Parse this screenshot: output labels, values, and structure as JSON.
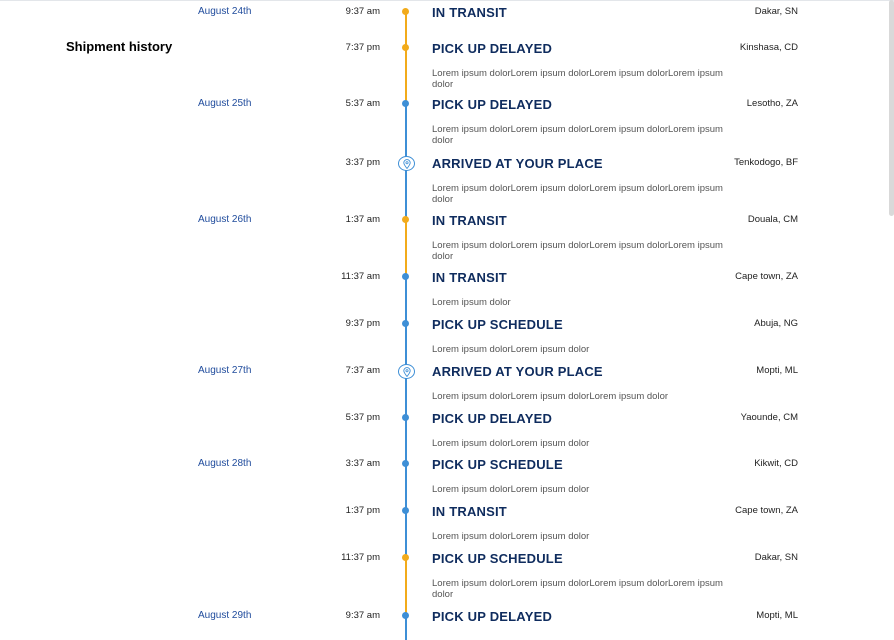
{
  "section_title": "Shipment history",
  "colors": {
    "blue": "#3e8fd6",
    "orange": "#f2ab1b",
    "navy": "#0f2c5e",
    "date_blue": "#1f4b9c"
  },
  "dates": [
    "August 24th",
    "August 25th",
    "August 26th",
    "August 27th",
    "August 28th",
    "August 29th"
  ],
  "events": [
    {
      "time": "9:37 am",
      "status": "IN TRANSIT",
      "location": "Dakar, SN",
      "description": "",
      "marker": "orange-dot"
    },
    {
      "time": "7:37 pm",
      "status": "PICK UP DELAYED",
      "location": "Kinshasa, CD",
      "description": "Lorem ipsum dolorLorem ipsum dolorLorem ipsum dolorLorem ipsum dolor",
      "marker": "orange-dot"
    },
    {
      "time": "5:37 am",
      "status": "PICK UP DELAYED",
      "location": "Lesotho, ZA",
      "description": "Lorem ipsum dolorLorem ipsum dolorLorem ipsum dolorLorem ipsum dolor",
      "marker": "blue-dot"
    },
    {
      "time": "3:37 pm",
      "status": "ARRIVED AT YOUR PLACE",
      "location": "Tenkodogo, BF",
      "description": "Lorem ipsum dolorLorem ipsum dolorLorem ipsum dolorLorem ipsum dolor",
      "marker": "location-pin-icon"
    },
    {
      "time": "1:37 am",
      "status": "IN TRANSIT",
      "location": "Douala, CM",
      "description": "Lorem ipsum dolorLorem ipsum dolorLorem ipsum dolorLorem ipsum dolor",
      "marker": "orange-dot"
    },
    {
      "time": "11:37 am",
      "status": "IN TRANSIT",
      "location": "Cape town, ZA",
      "description": "Lorem ipsum dolor",
      "marker": "blue-dot"
    },
    {
      "time": "9:37 pm",
      "status": "PICK UP SCHEDULE",
      "location": "Abuja, NG",
      "description": "Lorem ipsum dolorLorem ipsum dolor",
      "marker": "blue-dot"
    },
    {
      "time": "7:37 am",
      "status": "ARRIVED AT YOUR PLACE",
      "location": "Mopti, ML",
      "description": "Lorem ipsum dolorLorem ipsum dolorLorem ipsum dolor",
      "marker": "location-pin-icon"
    },
    {
      "time": "5:37 pm",
      "status": "PICK UP DELAYED",
      "location": "Yaounde, CM",
      "description": "Lorem ipsum dolorLorem ipsum dolor",
      "marker": "blue-dot"
    },
    {
      "time": "3:37 am",
      "status": "PICK UP SCHEDULE",
      "location": "Kikwit, CD",
      "description": "Lorem ipsum dolorLorem ipsum dolor",
      "marker": "blue-dot"
    },
    {
      "time": "1:37 pm",
      "status": "IN TRANSIT",
      "location": "Cape town, ZA",
      "description": "Lorem ipsum dolorLorem ipsum dolor",
      "marker": "blue-dot"
    },
    {
      "time": "11:37 pm",
      "status": "PICK UP SCHEDULE",
      "location": "Dakar, SN",
      "description": "Lorem ipsum dolorLorem ipsum dolorLorem ipsum dolorLorem ipsum dolor",
      "marker": "orange-dot"
    },
    {
      "time": "9:37 am",
      "status": "PICK UP DELAYED",
      "location": "Mopti, ML",
      "description": "",
      "marker": "blue-dot"
    }
  ]
}
